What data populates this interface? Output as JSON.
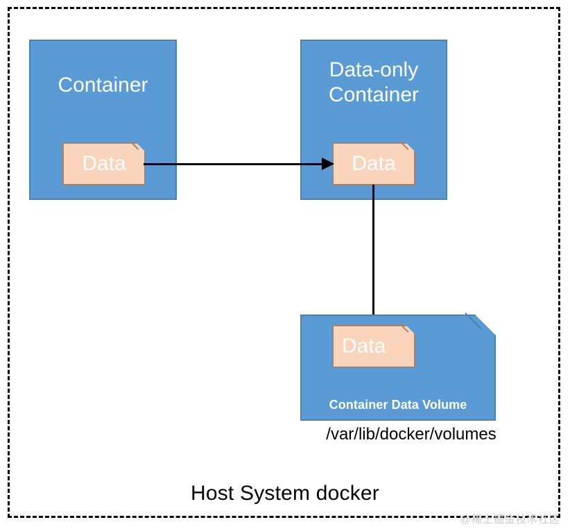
{
  "diagram": {
    "host": {
      "label": "Host System docker"
    },
    "containers": [
      {
        "id": "container-app",
        "title": "Container",
        "data_note": "Data"
      },
      {
        "id": "container-dataonly",
        "title": "Data-only\nContainer",
        "data_note": "Data"
      }
    ],
    "volume": {
      "label": "Container Data Volume",
      "path": "/var/lib/docker/volumes",
      "data_note": "Data"
    },
    "arrows": [
      {
        "id": "arrow-container-to-dataonly",
        "from": "container-app.data",
        "to": "container-dataonly.data",
        "direction": "right"
      },
      {
        "id": "arrow-dataonly-to-volume",
        "from": "container-dataonly.data",
        "to": "volume.data",
        "direction": "down"
      }
    ],
    "watermark": "@稀土掘金技术社区",
    "colors": {
      "container_fill": "#5B9BD5",
      "container_stroke": "#4B81B4",
      "data_fill": "#F9D3BA",
      "data_stroke": "#9C8373",
      "text_on_fill": "#FFFFFF",
      "text_plain": "#000000",
      "boundary_stroke": "#000000",
      "watermark": "#C9C9C9"
    }
  }
}
